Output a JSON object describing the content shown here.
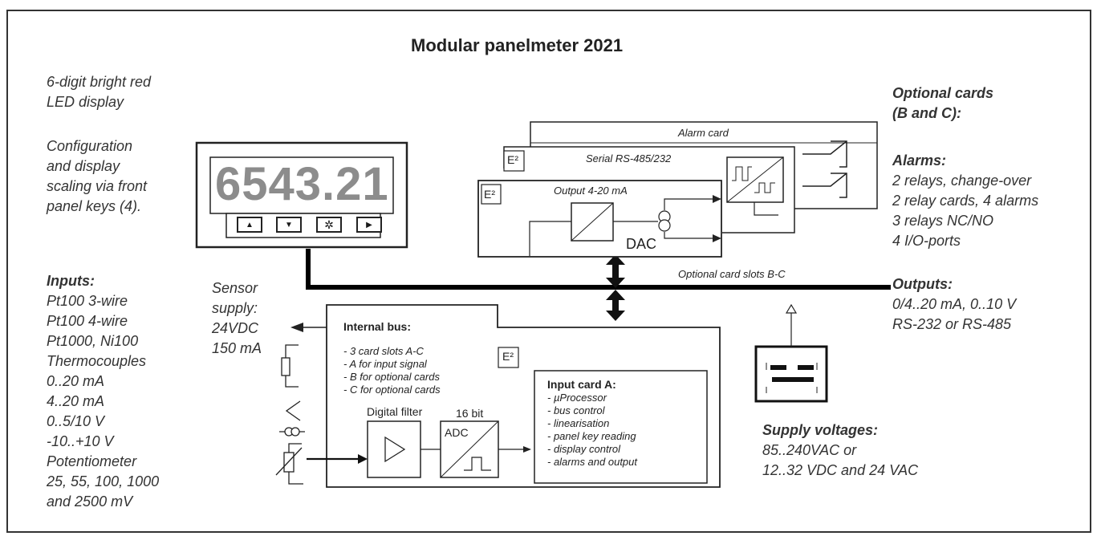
{
  "title": "Modular panelmeter 2021",
  "display": {
    "value": "6543.21",
    "keys": [
      {
        "icon": "arrow-up-icon",
        "glyph": "▲"
      },
      {
        "icon": "arrow-down-icon",
        "glyph": "▼"
      },
      {
        "icon": "config-key-icon",
        "glyph": "✲"
      },
      {
        "icon": "arrow-right-icon",
        "glyph": "▶"
      }
    ]
  },
  "left": {
    "display_desc": [
      "6-digit bright red",
      "LED display"
    ],
    "config_desc": [
      "Configuration",
      "and display",
      "scaling via front",
      "panel keys (4)."
    ],
    "inputs_heading": "Inputs:",
    "inputs": [
      "Pt100 3-wire",
      "Pt100 4-wire",
      "Pt1000, Ni100",
      "Thermocouples",
      "0..20 mA",
      "4..20 mA",
      "0..5/10 V",
      "-10..+10 V",
      "Potentiometer",
      "25, 55, 100, 1000",
      "and 2500 mV"
    ]
  },
  "sensor_supply": [
    "Sensor",
    "supply:",
    "24VDC",
    "150 mA"
  ],
  "cards": {
    "alarm": "Alarm card",
    "serial": "Serial RS-485/232",
    "output": "Output 4-20 mA",
    "dac": "DAC",
    "eeprom": "E²",
    "slots_label": "Optional card slots B-C"
  },
  "internal_bus": {
    "heading": "Internal bus:",
    "items": [
      "- 3 card slots A-C",
      "- A for input signal",
      "- B for optional cards",
      "- C for optional cards"
    ],
    "digital_filter": "Digital filter",
    "bits": "16 bit",
    "adc": "ADC"
  },
  "input_card": {
    "heading": "Input card A:",
    "items": [
      "- µProcessor",
      "- bus control",
      "- linearisation",
      "- panel key reading",
      "- display control",
      "- alarms and output"
    ]
  },
  "right": {
    "optional_heading": [
      "Optional cards",
      "(B and C):"
    ],
    "alarms_heading": "Alarms:",
    "alarms": [
      "2 relays, change-over",
      "2 relay cards, 4 alarms",
      "3 relays NC/NO",
      "4 I/O-ports"
    ],
    "outputs_heading": "Outputs:",
    "outputs": [
      "0/4..20 mA, 0..10 V",
      "RS-232 or RS-485"
    ],
    "supply_heading": "Supply voltages:",
    "supply": [
      "85..240VAC or",
      "12..32 VDC  and 24 VAC"
    ]
  }
}
